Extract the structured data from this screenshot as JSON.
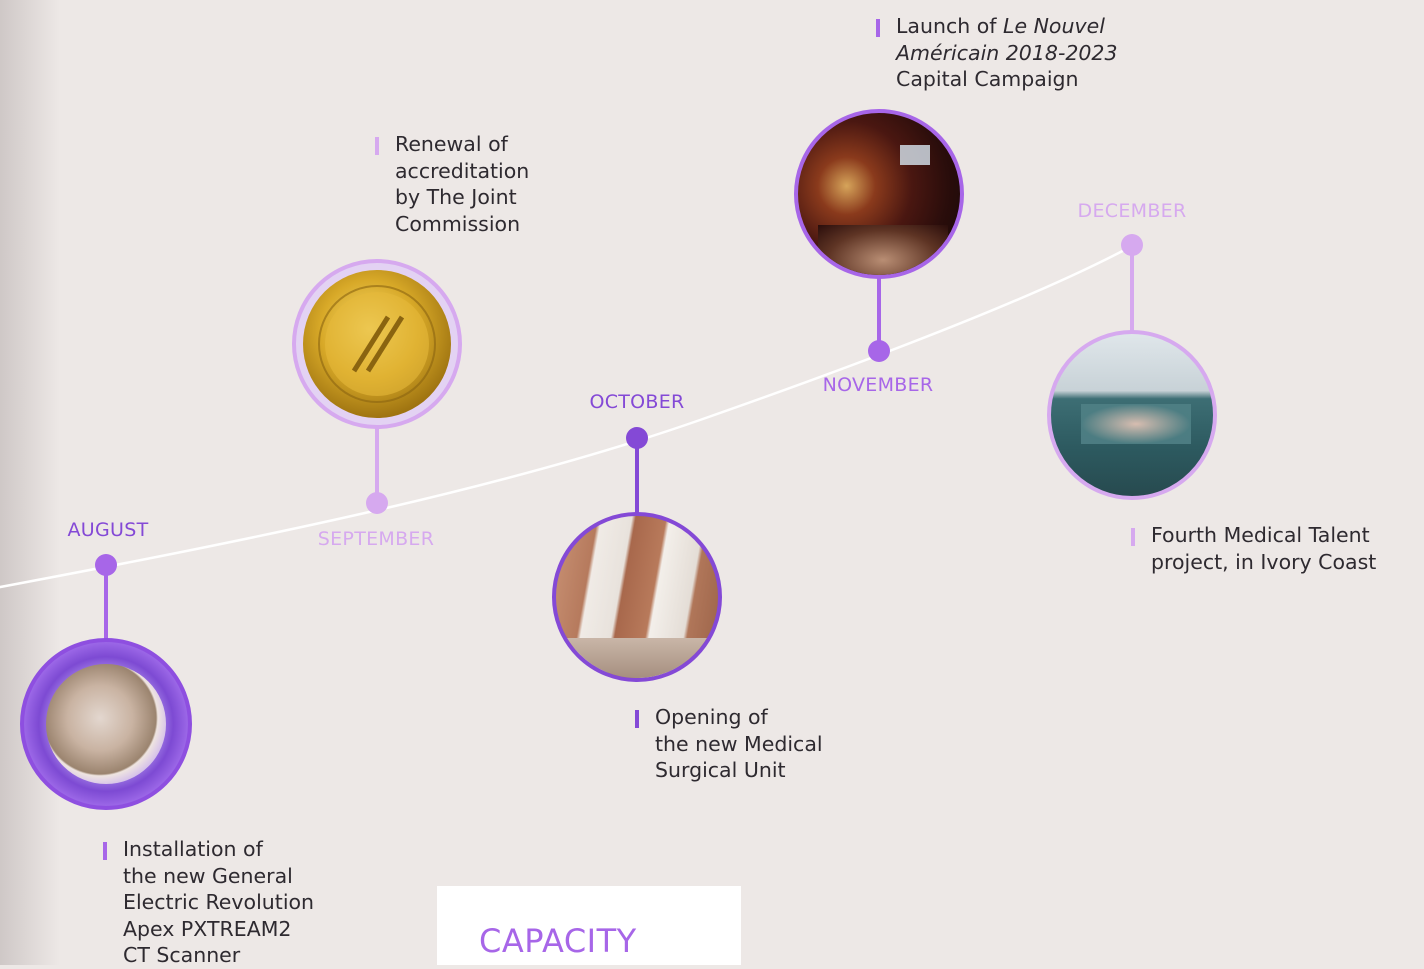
{
  "colors": {
    "background": "#ede8e6",
    "timeline_curve": "#ffffff",
    "purple_dark": "#8449d6",
    "purple_mid": "#a766e8",
    "purple_light": "#d6a9ef",
    "capacity_title": "#a766e8"
  },
  "months": {
    "august": "AUGUST",
    "september": "SEPTEMBER",
    "october": "OCTOBER",
    "november": "NOVEMBER",
    "december": "DECEMBER"
  },
  "events": {
    "august": {
      "lines": [
        "Installation of",
        "the new General",
        "Electric Revolution",
        "Apex PXTREAM2",
        "CT Scanner"
      ],
      "image": "ct-scanner-photo"
    },
    "september": {
      "lines": [
        "Renewal of",
        "accreditation",
        "by The Joint",
        "Commission"
      ],
      "image": "joint-commission-gold-seal"
    },
    "october": {
      "lines": [
        "Opening of",
        "the new Medical",
        "Surgical Unit"
      ],
      "image": "medical-surgical-unit-photo"
    },
    "november": {
      "prefix": "Launch of ",
      "italic_1": "Le Nouvel",
      "italic_2": "Américain 2018-2023",
      "line_3": "Capital Campaign",
      "image": "gala-event-photo"
    },
    "december": {
      "lines": [
        "Fourth Medical Talent",
        "project, in Ivory Coast"
      ],
      "image": "surgery-team-photo"
    }
  },
  "capacity": {
    "title": "CAPACITY"
  }
}
